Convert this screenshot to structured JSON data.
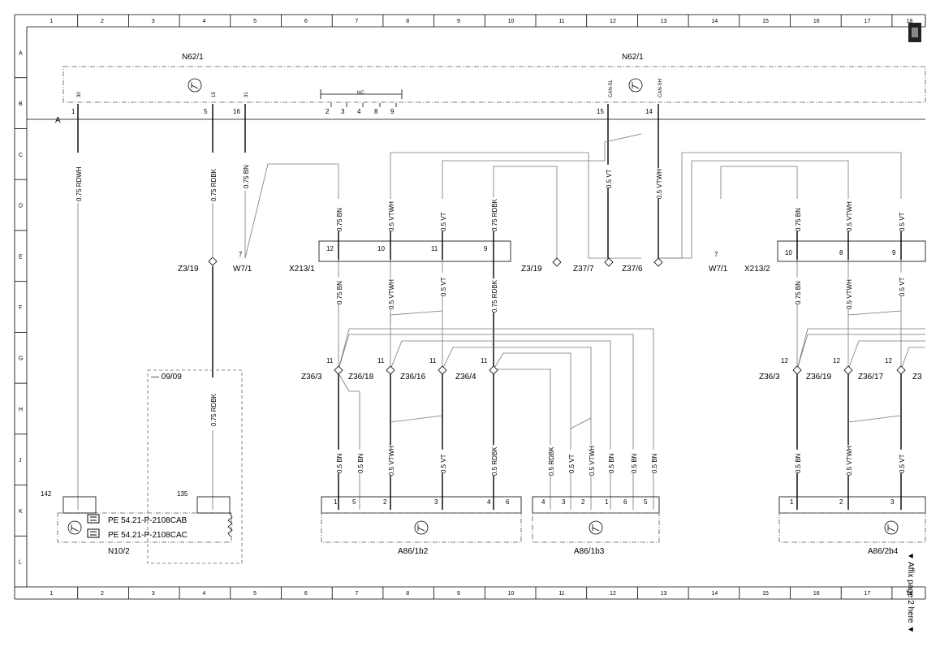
{
  "sheet": {
    "columns": [
      "1",
      "2",
      "3",
      "4",
      "5",
      "6",
      "7",
      "8",
      "9",
      "10",
      "11",
      "12",
      "13",
      "14",
      "15",
      "16",
      "17",
      "18"
    ],
    "rows": [
      "A",
      "B",
      "C",
      "D",
      "E",
      "F",
      "G",
      "H",
      "J",
      "K",
      "L"
    ],
    "affix_note": "▼ Affix page 2 here ▼"
  },
  "components": {
    "n62_left": "N62/1",
    "n62_right": "N62/1",
    "bus_a": "A",
    "nc": "NC",
    "n10": "N10/2",
    "a86_1b2": "A86/1b2",
    "a86_1b3": "A86/1b3",
    "a86_2b4": "A86/2b4",
    "pe1": "PE 54.21-P-2108CAB",
    "pe2": "PE 54.21-P-2108CAC",
    "model_note": "09/09"
  },
  "connectors": {
    "z3_19a": "Z3/19",
    "w7_1a": "W7/1",
    "x213_1": "X213/1",
    "z3_19b": "Z3/19",
    "z37_7": "Z37/7",
    "z37_6": "Z37/6",
    "w7_1b": "W7/1",
    "x213_2": "X213/2",
    "z36_3a": "Z36/3",
    "z36_18": "Z36/18",
    "z36_16": "Z36/16",
    "z36_4": "Z36/4",
    "z36_3b": "Z36/3",
    "z36_19": "Z36/19",
    "z36_17": "Z36/17",
    "z36_cut": "Z3"
  },
  "pin_labels_top": {
    "p30": "30",
    "p15": "15",
    "p31": "31",
    "can_l": "CAN-SL",
    "can_h": "CAN-SH"
  },
  "pins": {
    "n62_1": "1",
    "n62_5": "5",
    "n62_16": "16",
    "nc_pins": [
      "2",
      "3",
      "4",
      "8",
      "9"
    ],
    "n62_15": "15",
    "n62_14": "14",
    "w7_7a": "7",
    "w7_7b": "7",
    "x1_12": "12",
    "x1_10": "10",
    "x1_11": "11",
    "x1_9": "9",
    "x2_10": "10",
    "x2_8": "8",
    "x2_9": "9",
    "z36a": [
      "11",
      "11",
      "11",
      "11"
    ],
    "z36b": [
      "12",
      "12",
      "12"
    ],
    "n10_142": "142",
    "n10_135": "135",
    "a1b2": [
      "1",
      "5",
      "2",
      "3",
      "4",
      "6"
    ],
    "a1b3": [
      "4",
      "3",
      "2",
      "1",
      "6",
      "5"
    ],
    "a2b4": [
      "1",
      "2",
      "3"
    ]
  },
  "wires": {
    "w_rdwh": "0.75 RDWH",
    "w_rdbk_top": "0.75 RDBK",
    "w_bn_top": "0.75 BN",
    "w_rdbk_mid": "0.75 RDBK",
    "x1_bn": "0.75 BN",
    "x1_vtwh": "0.5 VTWH",
    "x1_vt": "0.5 VT",
    "x1_rdbk": "0.75 RDBK",
    "can_vt": "0.5 VT",
    "can_vtwh": "0.5 VTWH",
    "x2_bn": "0.75 BN",
    "x2_vtwh": "0.5 VTWH",
    "x2_vt": "0.5 VT",
    "x1b_bn": "0.75 BN",
    "x1b_vtwh": "0.5 VTWH",
    "x1b_vt": "0.5 VT",
    "x1b_rdbk": "0.75 RDBK",
    "x2b_bn": "0.75 BN",
    "x2b_vtwh": "0.5 VTWH",
    "x2b_vt": "0.5 VT",
    "b2_bn1": "0.5 BN",
    "b2_bn2": "0.5 BN",
    "b2_vtwh": "0.5 VTWH",
    "b2_vt": "0.5 VT",
    "b2_rdbk": "0.5 RDBK",
    "b3_rdbk": "0.5 RDBK",
    "b3_vt": "0.5 VT",
    "b3_vtwh": "0.5 VTWH",
    "b3_bn1": "0.5 BN",
    "b3_bn2": "0.5 BN",
    "b3_bn3": "0.5 BN",
    "b4_bn": "0.5 BN",
    "b4_vtwh": "0.5 VTWH",
    "b4_vt": "0.5 VT"
  }
}
